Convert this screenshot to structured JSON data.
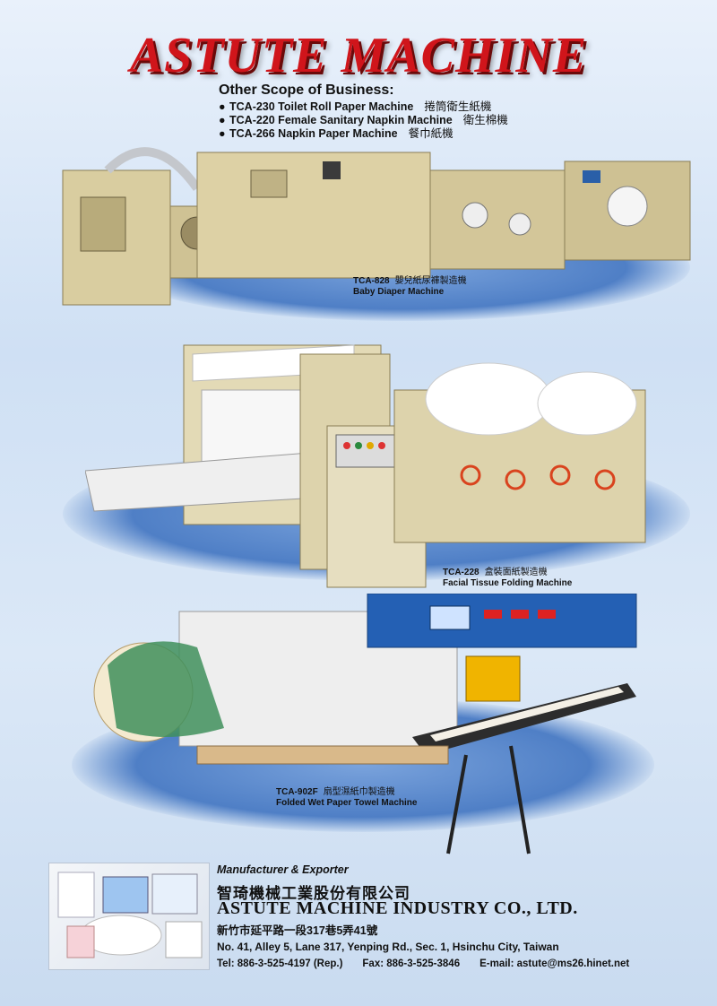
{
  "title": "ASTUTE MACHINE",
  "scope": {
    "heading": "Other Scope of Business:",
    "items": [
      {
        "en": "TCA-230 Toilet Roll Paper Machine",
        "cn": "捲筒衛生紙機"
      },
      {
        "en": "TCA-220 Female Sanitary Napkin Machine",
        "cn": "衛生棉機"
      },
      {
        "en": "TCA-266 Napkin Paper Machine",
        "cn": "餐巾紙機"
      }
    ]
  },
  "machines": [
    {
      "model": "TCA-828",
      "cn": "嬰兒紙尿褲製造機",
      "name": "Baby Diaper Machine"
    },
    {
      "model": "TCA-228",
      "cn": "盒裝面紙製造機",
      "name": "Facial Tissue Folding Machine"
    },
    {
      "model": "TCA-902F",
      "cn": "扇型濕紙巾製造機",
      "name": "Folded Wet Paper Towel Machine"
    }
  ],
  "footer": {
    "role": "Manufacturer & Exporter",
    "cn_name": "智琦機械工業股份有限公司",
    "en_name": "ASTUTE MACHINE INDUSTRY CO., LTD.",
    "cn_address": "新竹市延平路一段317巷5弄41號",
    "en_address": "No. 41, Alley 5, Lane 317, Yenping Rd., Sec. 1, Hsinchu City, Taiwan",
    "tel": "Tel: 886-3-525-4197 (Rep.)",
    "fax": "Fax: 886-3-525-3846",
    "email": "E-mail: astute@ms26.hinet.net"
  },
  "colors": {
    "title": "#d0151b",
    "ellipse": "#4f7fc6",
    "machine_body": "#d9cda0"
  }
}
